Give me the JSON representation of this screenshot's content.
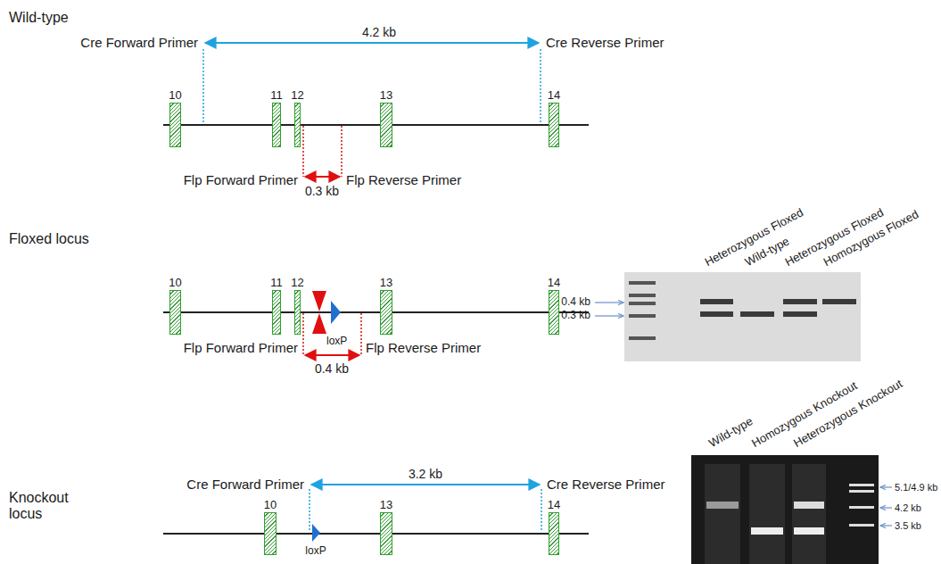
{
  "diagram": {
    "nodes": [
      {
        "text": [
          "10"
        ]
      },
      {
        "text": [
          "11"
        ]
      },
      {
        "text": [
          "12"
        ]
      },
      {
        "text": [
          "13"
        ]
      },
      {
        "text": [
          "14"
        ]
      },
      {
        "text": [
          "10"
        ]
      },
      {
        "text": [
          "11"
        ]
      },
      {
        "text": [
          "12"
        ]
      },
      {
        "text": [
          "13"
        ]
      },
      {
        "text": [
          "14"
        ]
      },
      {
        "text": [
          "10"
        ]
      },
      {
        "text": [
          "13"
        ]
      },
      {
        "text": [
          "14"
        ]
      }
    ],
    "labels": [
      "Wild-type",
      "Cre Forward Primer",
      "4.2 kb",
      "Cre Reverse Primer",
      "Flp Forward Primer",
      "0.3 kb",
      "Flp Reverse Primer",
      "Floxed locus",
      "loxP",
      "Flp Forward Primer",
      "Flp Reverse Primer",
      "0.4 kb",
      "Heterozygous Floxed",
      "Wild-type",
      "Heterozygous Floxed",
      "Homozygous Floxed",
      "0.4 kb",
      "0.3 kb",
      "Knockout locus",
      "Cre Forward Primer",
      "3.2 kb",
      "Cre Reverse Primer",
      "loxP",
      "Wild-type",
      "Homozygous Knockout",
      "Heterozygous Knockout",
      "5.1/4.9 kb",
      "4.2 kb",
      "3.5 kb"
    ]
  }
}
